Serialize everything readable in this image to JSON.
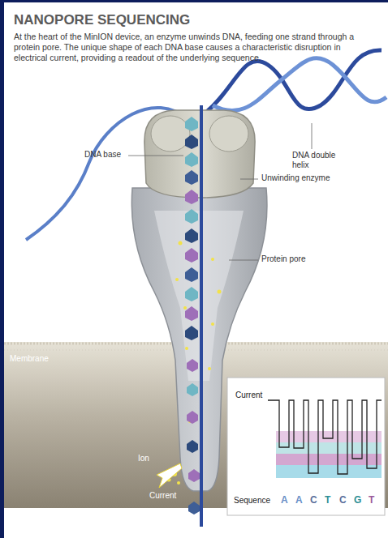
{
  "diagram": {
    "title": "NANOPORE SEQUENCING",
    "caption": "At the heart of the MinION device, an enzyme unwinds DNA, feeding one strand through a protein pore. The unique shape of each DNA base causes a characteristic disruption in electrical current, providing a readout of the underlying sequence.",
    "labels": [
      "DNA base",
      "DNA double helix",
      "Unwinding enzyme",
      "Protein pore",
      "Membrane",
      "Ion",
      "Current",
      "Current",
      "Sequence",
      "A",
      "A",
      "C",
      "T",
      "C",
      "G",
      "T"
    ]
  }
}
